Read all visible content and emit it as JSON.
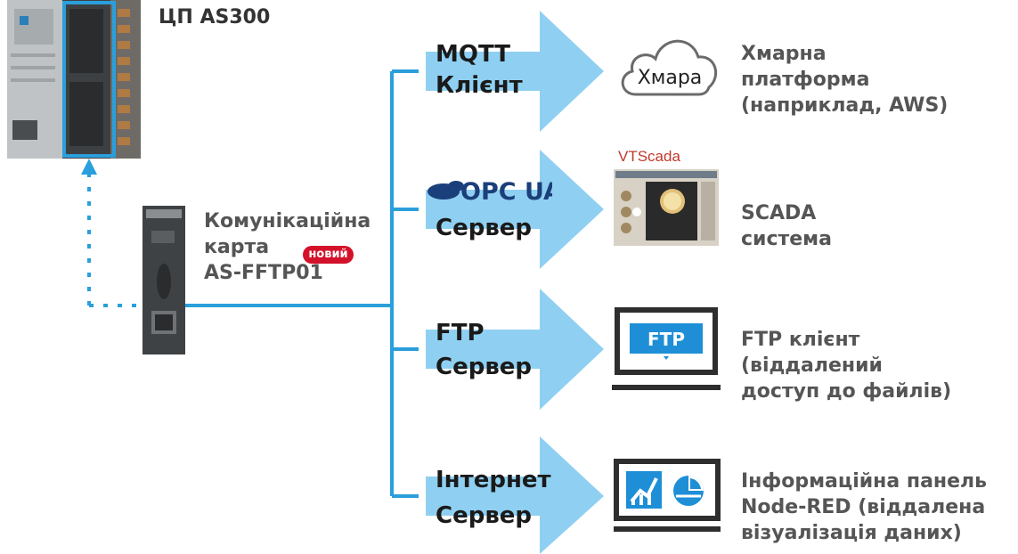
{
  "cpu": {
    "title": "ЦП AS300"
  },
  "card": {
    "line1": "Комунікаційна",
    "line2": "карта",
    "badge": "новий",
    "line3": "AS-FFTP01"
  },
  "servers": [
    {
      "line1": "MQTT",
      "line2": "Клієнт"
    },
    {
      "logo": "OPC UA",
      "line2": "Сервер"
    },
    {
      "line1": "FTP",
      "line2": "Сервер"
    },
    {
      "line1": "Інтернет",
      "line2": "Сервер"
    }
  ],
  "targets": [
    {
      "cloud_label": "Хмара",
      "text": "Хмарна\nплатформа\n(наприклад, AWS)"
    },
    {
      "logo": "VTScada",
      "text": "SCADA\nсистема"
    },
    {
      "screen_label": "FTP",
      "text": "FTP клієнт\n(віддалений\nдоступ до файлів)"
    },
    {
      "text": "Інформаційна панель\nNode-RED (віддалена\nвізуалізація даних)"
    }
  ],
  "colors": {
    "arrow": "#8fd0f2",
    "line": "#2a9fdb",
    "text_grey": "#555555",
    "badge": "#d4112a"
  }
}
